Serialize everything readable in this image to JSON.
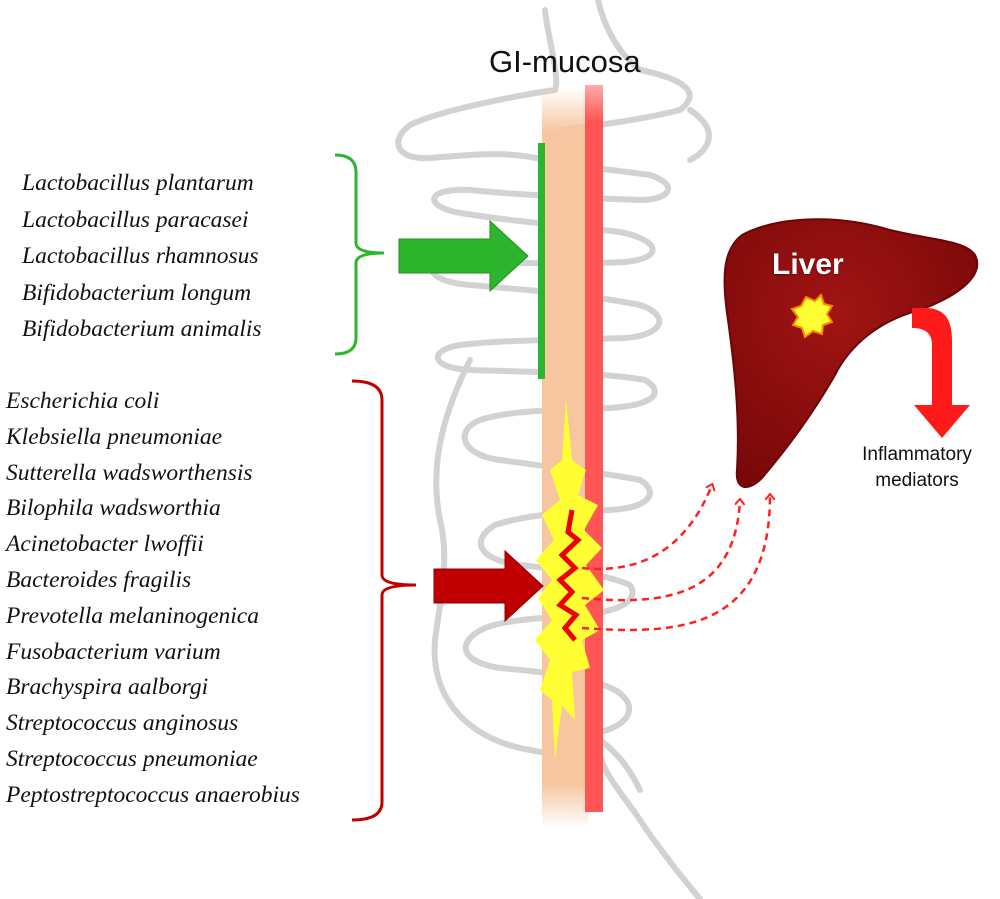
{
  "labels": {
    "mucosa": "GI-mucosa",
    "liver": "Liver",
    "mediators": "Inflammatory mediators"
  },
  "beneficial_bacteria": [
    "Lactobacillus plantarum",
    "Lactobacillus paracasei",
    "Lactobacillus rhamnosus",
    "Bifidobacterium longum",
    "Bifidobacterium animalis"
  ],
  "harmful_bacteria": [
    "Escherichia coli",
    "Klebsiella pneumoniae",
    "Sutterella wadsworthensis",
    "Bilophila wadsworthia",
    "Acinetobacter lwoffii",
    "Bacteroides fragilis",
    "Prevotella melaninogenica",
    "Fusobacterium varium",
    "Brachyspira aalborgi",
    "Streptococcus anginosus",
    "Streptococcus pneumoniae",
    "Peptostreptococcus anaerobius"
  ],
  "colors": {
    "beneficial": "#2db52d",
    "harmful": "#c00000",
    "mucosa_outer": "#f7c59f",
    "mucosa_inner": "#ff5555",
    "liver": "#8b0c0c",
    "inflammation": "#ffff33",
    "intestine_outline": "#d0d0d0"
  }
}
